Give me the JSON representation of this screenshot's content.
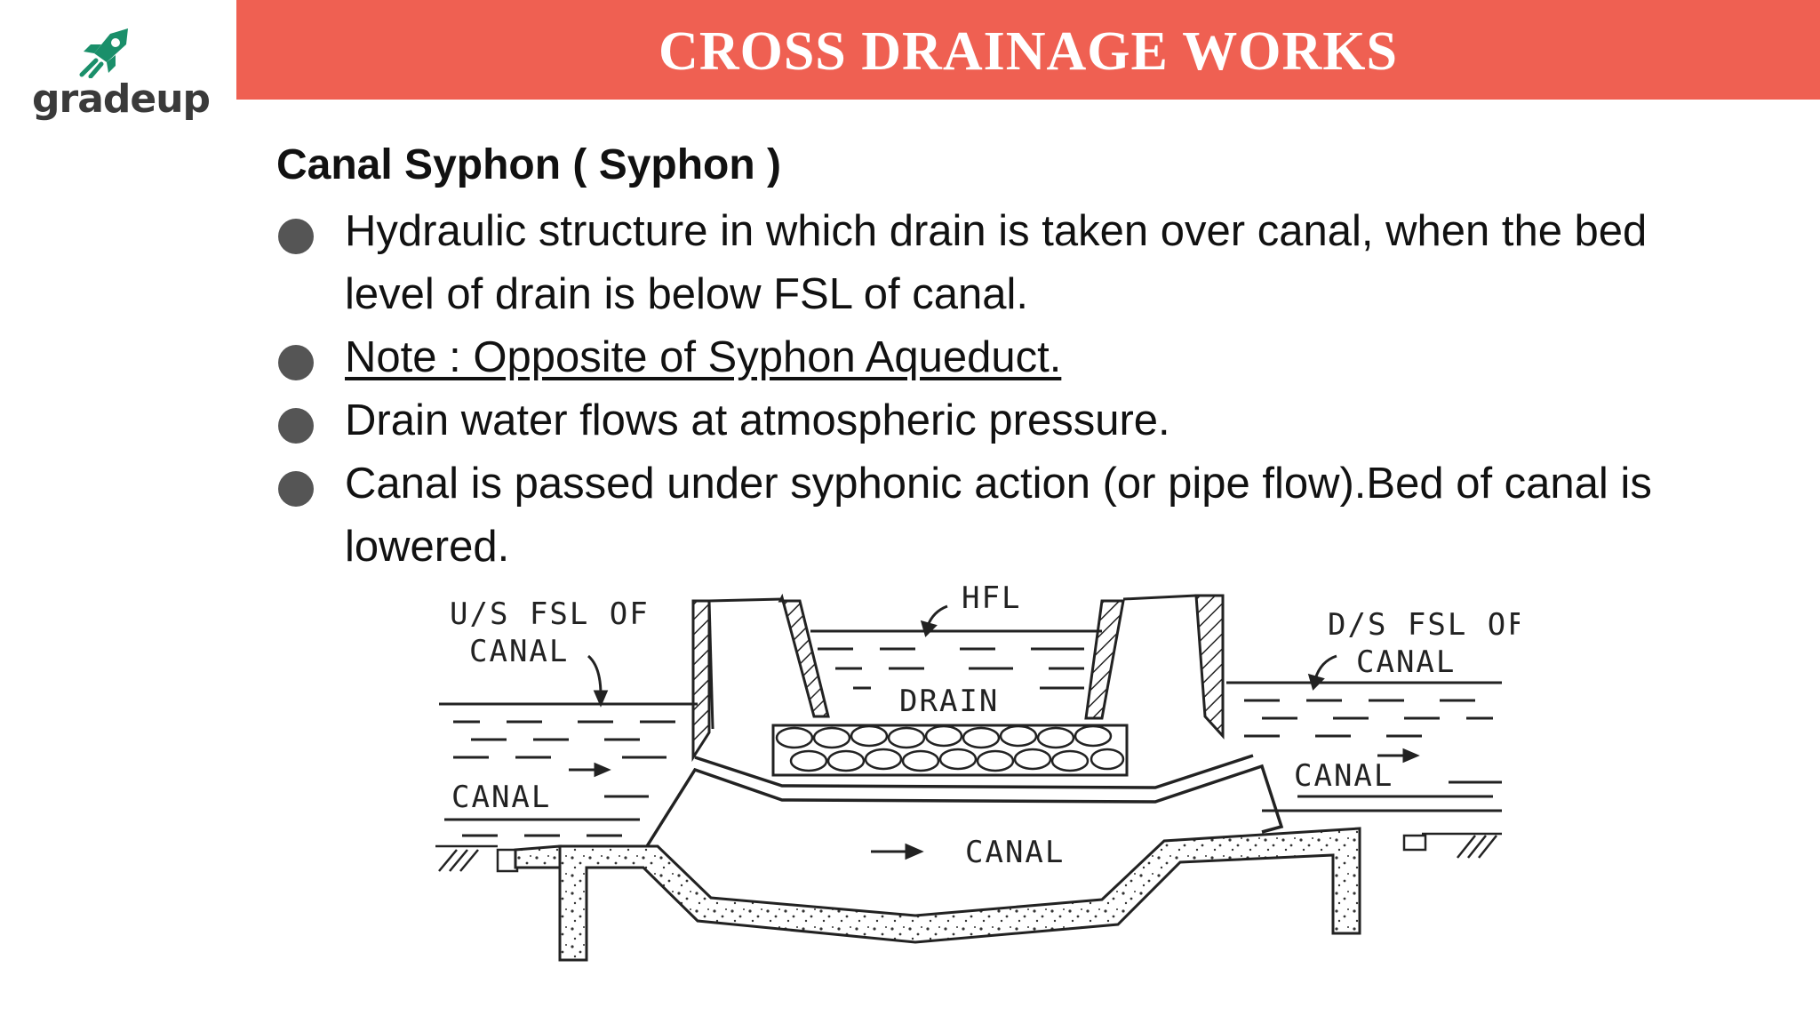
{
  "brand": {
    "name": "gradeup",
    "accent": "#1a8f6a"
  },
  "header": {
    "title": "CROSS DRAINAGE WORKS",
    "color": "#ef6052"
  },
  "content": {
    "heading": "Canal Syphon ( Syphon )",
    "bullets": [
      "Hydraulic structure in which drain is taken over canal, when the bed level of drain is below FSL of  canal.",
      "Note : Opposite of Syphon Aqueduct.",
      "Drain water flows at atmospheric pressure.",
      "Canal is passed under syphonic action (or pipe flow).Bed of canal is lowered."
    ]
  },
  "diagram": {
    "labels": {
      "us_fsl_line1": "U/S FSL OF",
      "us_fsl_line2": "CANAL",
      "hfl": "HFL",
      "drain": "DRAIN",
      "ds_fsl_line1": "D/S FSL OF",
      "ds_fsl_line2": "CANAL",
      "canal_left": "CANAL",
      "canal_right": "CANAL",
      "canal_center": "CANAL"
    }
  }
}
